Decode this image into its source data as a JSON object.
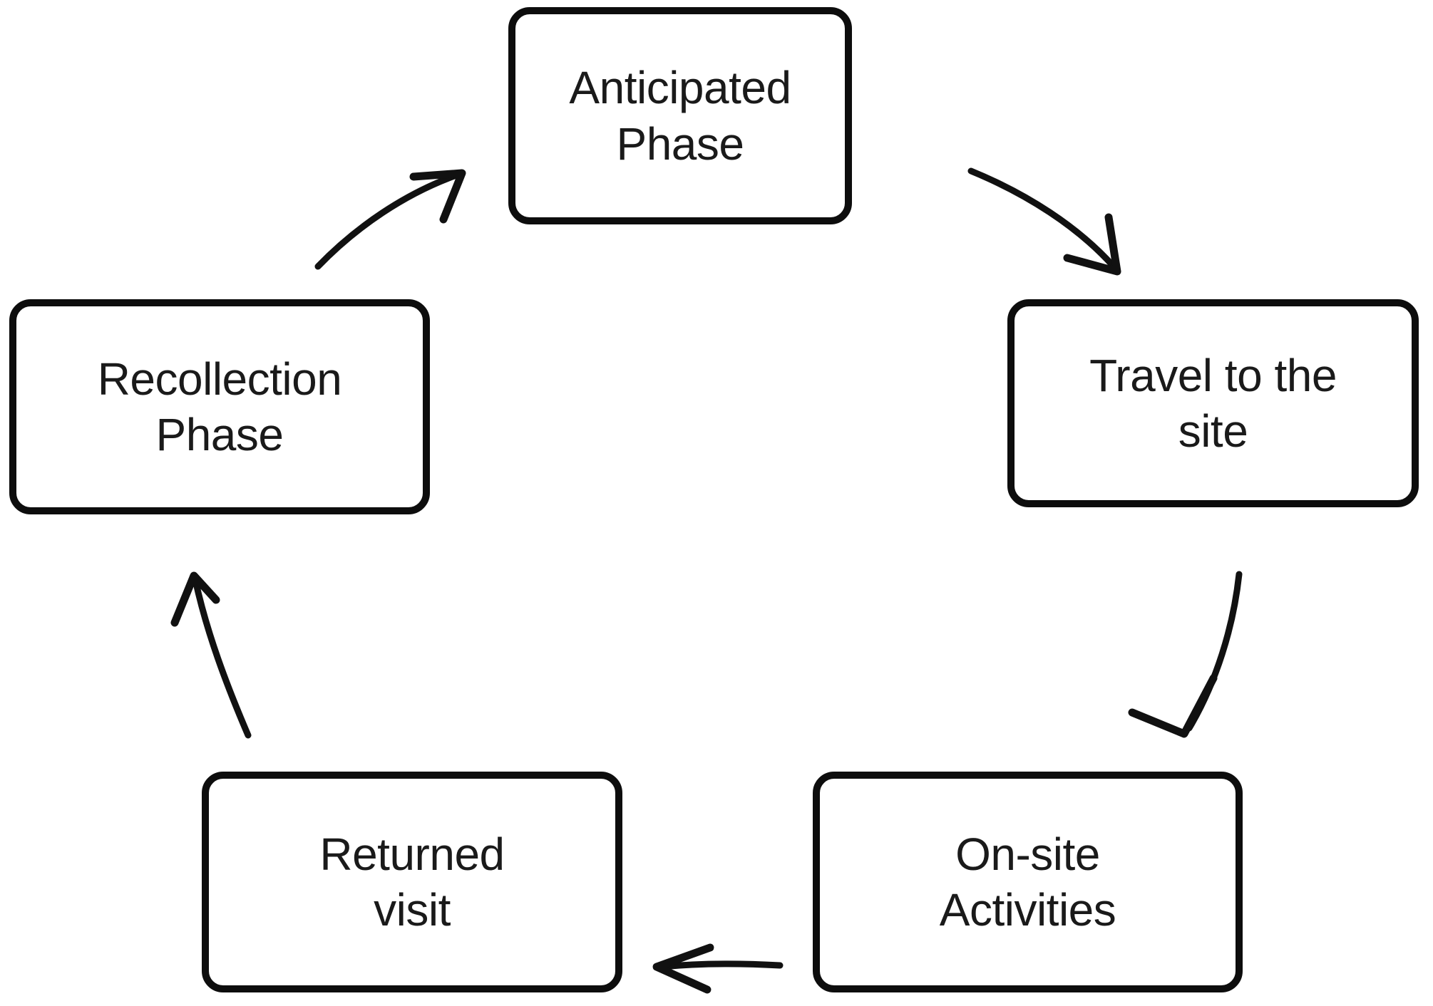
{
  "diagram": {
    "type": "cycle-flow-diagram",
    "background_color": "#ffffff",
    "stroke_color": "#0d0d0d",
    "text_color": "#1a1a1a",
    "nodes": [
      {
        "id": "anticipated-phase",
        "label": "Anticipated\nPhase",
        "position": "top"
      },
      {
        "id": "travel-to-site",
        "label": "Travel to the\nsite",
        "position": "right"
      },
      {
        "id": "on-site-activities",
        "label": "On-site\nActivities",
        "position": "bottom-right"
      },
      {
        "id": "returned-visit",
        "label": "Returned\nvisit",
        "position": "bottom-left"
      },
      {
        "id": "recollection-phase",
        "label": "Recollection\nPhase",
        "position": "left"
      }
    ],
    "edges": [
      {
        "id": "edge-anticipated-to-travel",
        "from": "anticipated-phase",
        "to": "travel-to-site",
        "label": "",
        "style": "curved-arrow"
      },
      {
        "id": "edge-travel-to-onsite",
        "from": "travel-to-site",
        "to": "on-site-activities",
        "label": "",
        "style": "curved-arrow"
      },
      {
        "id": "edge-onsite-to-returned",
        "from": "on-site-activities",
        "to": "returned-visit",
        "label": "",
        "style": "straight-arrow"
      },
      {
        "id": "edge-returned-to-recollection",
        "from": "returned-visit",
        "to": "recollection-phase",
        "label": "",
        "style": "curved-arrow"
      },
      {
        "id": "edge-recollection-to-anticipated",
        "from": "recollection-phase",
        "to": "anticipated-phase",
        "label": "",
        "style": "curved-arrow"
      }
    ]
  }
}
